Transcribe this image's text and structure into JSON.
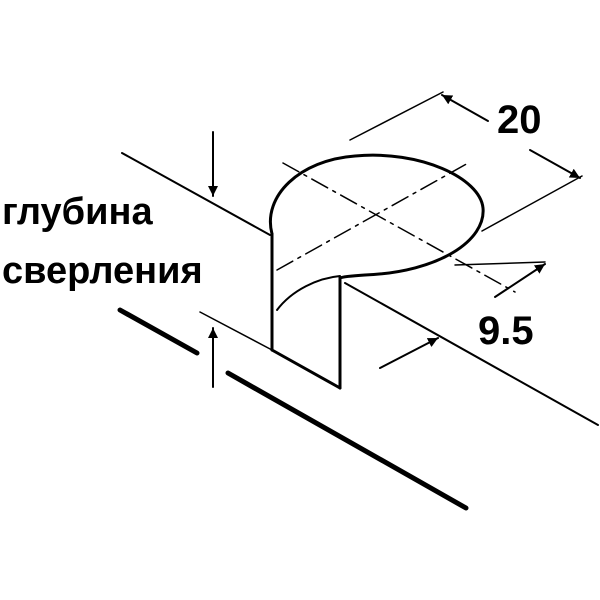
{
  "labels": {
    "depth_line_1": "глубина",
    "depth_line_2": "сверления",
    "width_dimension": "20",
    "offset_dimension": "9.5"
  },
  "colors": {
    "line": "#000000",
    "background": "#ffffff"
  }
}
